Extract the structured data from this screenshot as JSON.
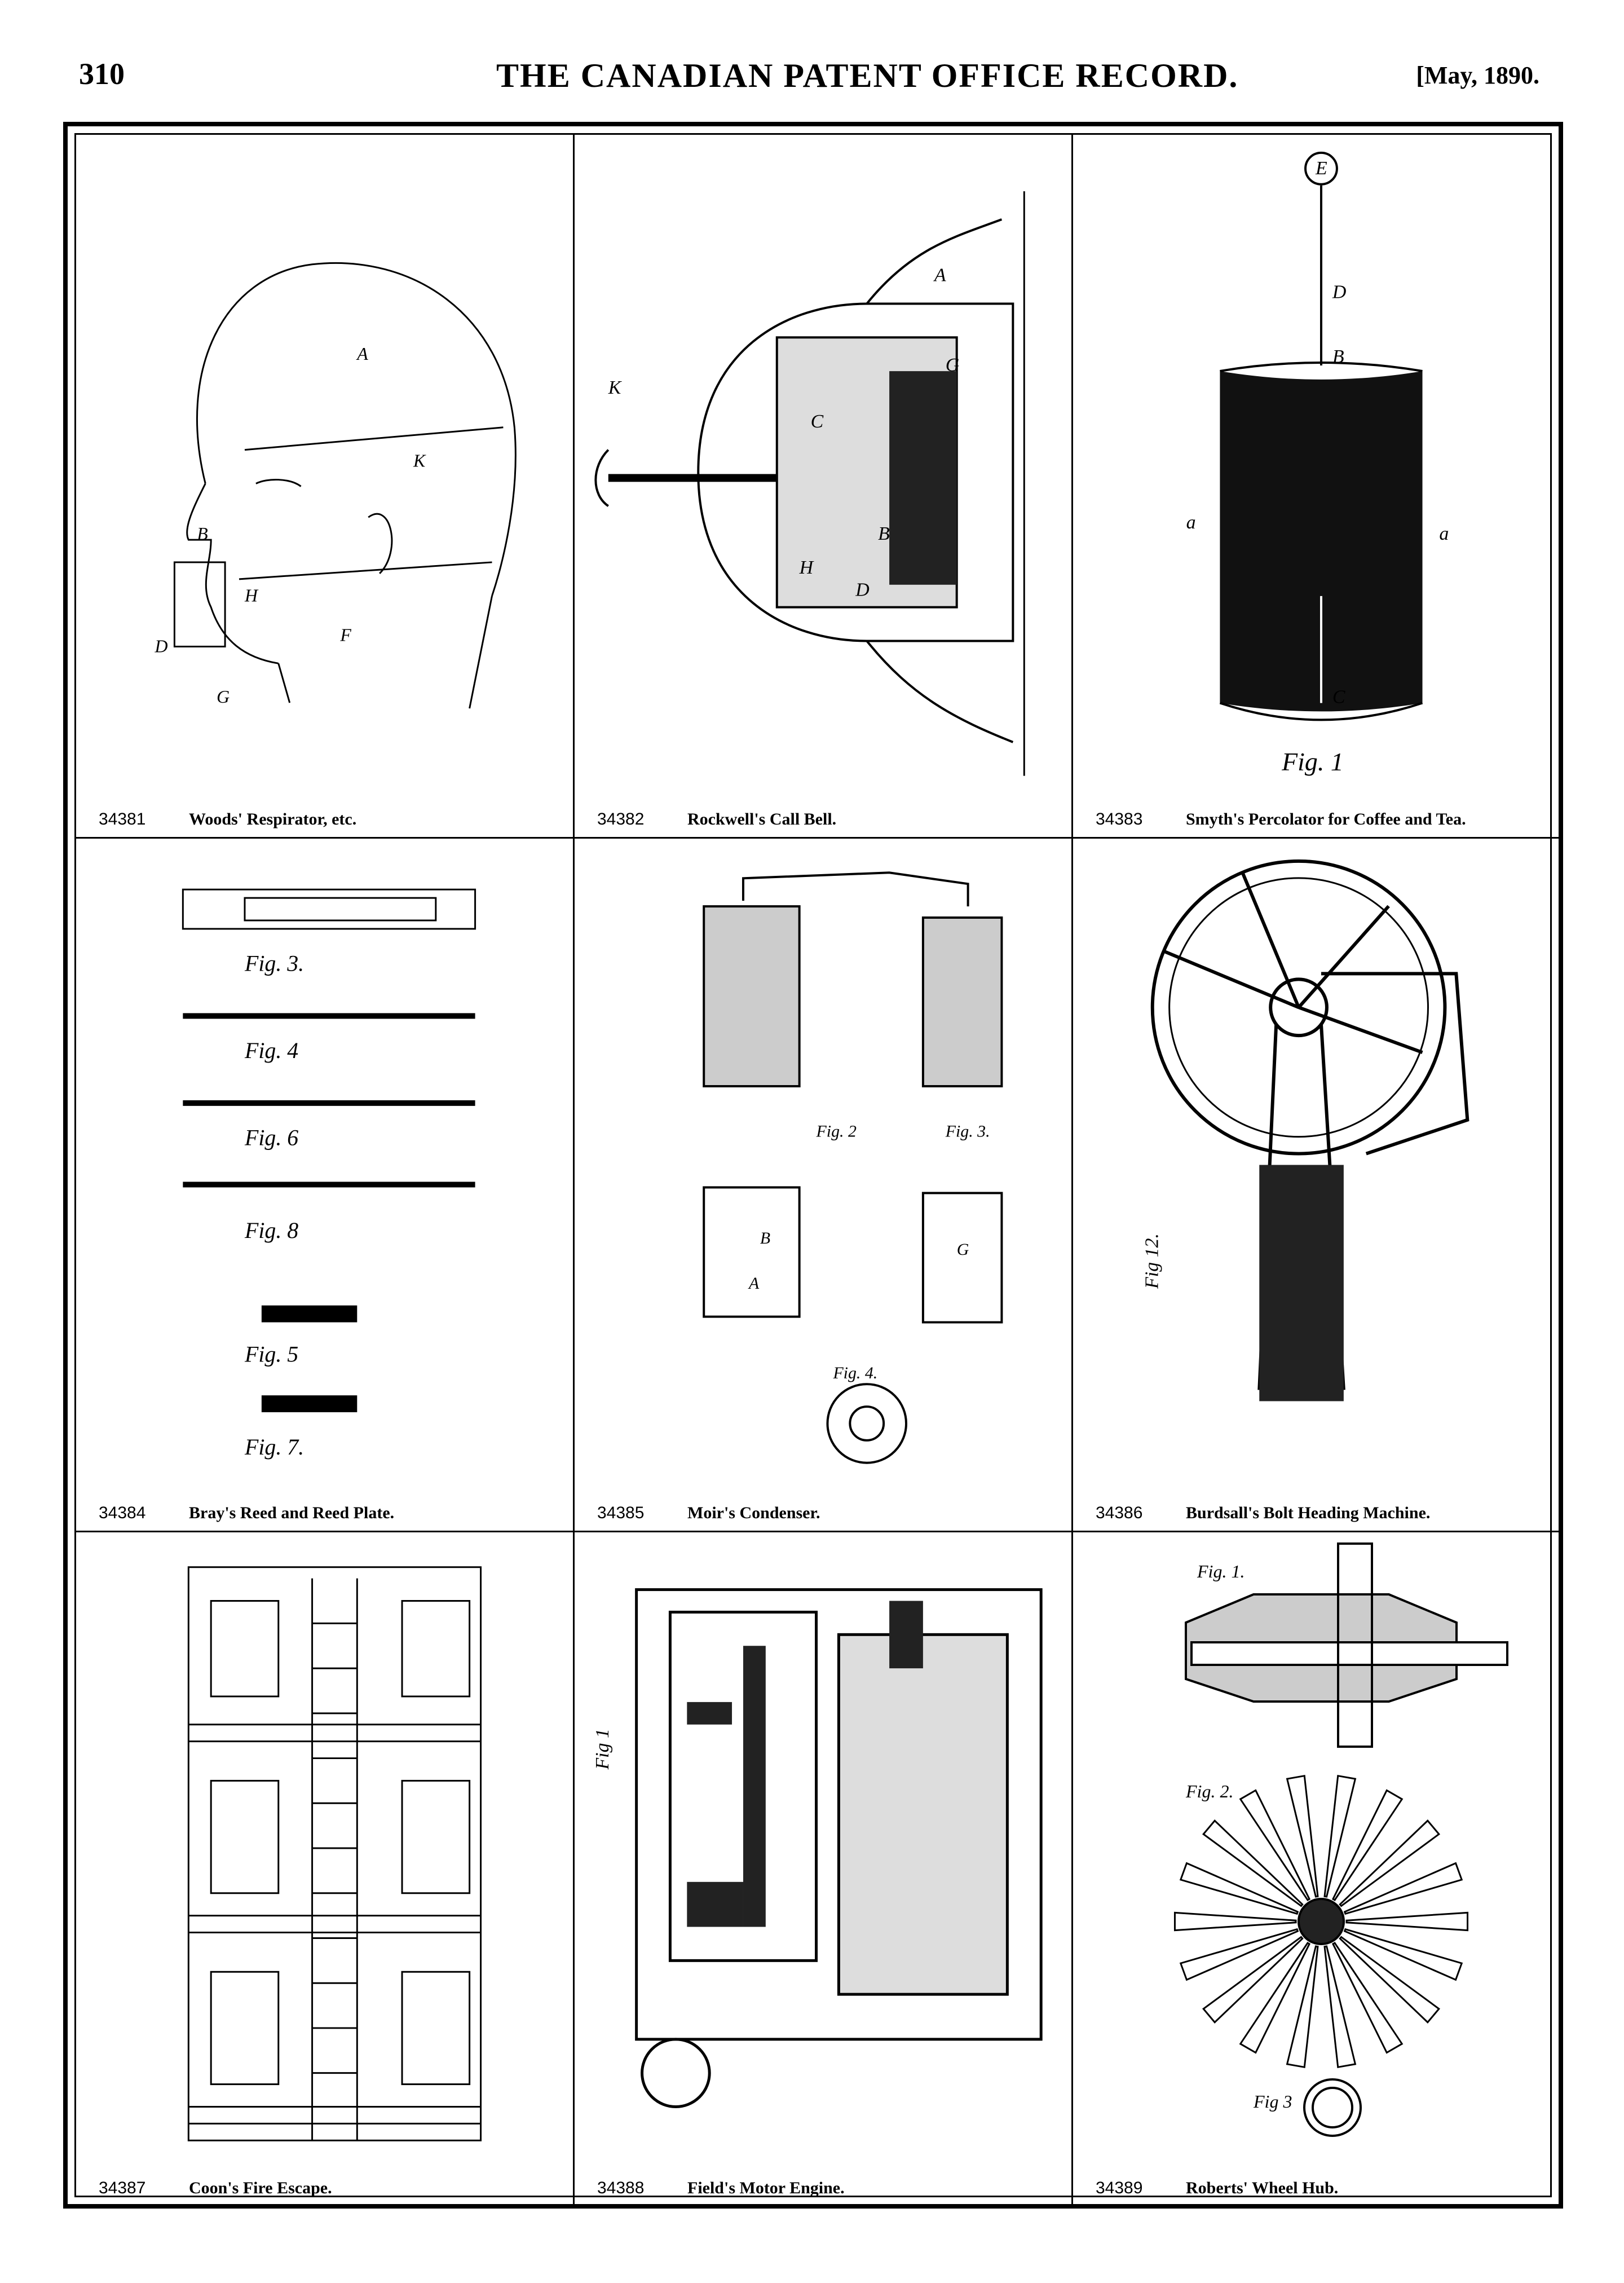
{
  "header": {
    "page_number": "310",
    "title": "THE CANADIAN PATENT OFFICE RECORD.",
    "date": "[May, 1890."
  },
  "patents": [
    {
      "number": "34381",
      "title": "Woods' Respirator, etc."
    },
    {
      "number": "34382",
      "title": "Rockwell's Call Bell."
    },
    {
      "number": "34383",
      "title": "Smyth's Percolator for Coffee and Tea."
    },
    {
      "number": "34384",
      "title": "Bray's Reed and Reed Plate."
    },
    {
      "number": "34385",
      "title": "Moir's Condenser."
    },
    {
      "number": "34386",
      "title": "Burdsall's Bolt Heading Machine."
    },
    {
      "number": "34387",
      "title": "Coon's Fire Escape."
    },
    {
      "number": "34388",
      "title": "Field's Motor Engine."
    },
    {
      "number": "34389",
      "title": "Roberts' Wheel Hub."
    }
  ],
  "figure_labels": {
    "percolator_fig": "Fig. 1",
    "reed_figs": [
      "Fig. 3.",
      "Fig. 4",
      "Fig. 6",
      "Fig. 8",
      "Fig. 5",
      "Fig. 7."
    ],
    "condenser_figs": [
      "Fig. 2",
      "Fig. 3.",
      "Fig. 4."
    ],
    "bolt_fig": "Fig 12.",
    "engine_fig": "Fig 1",
    "hub_figs": [
      "Fig. 1.",
      "Fig. 2.",
      "Fig 3"
    ]
  }
}
